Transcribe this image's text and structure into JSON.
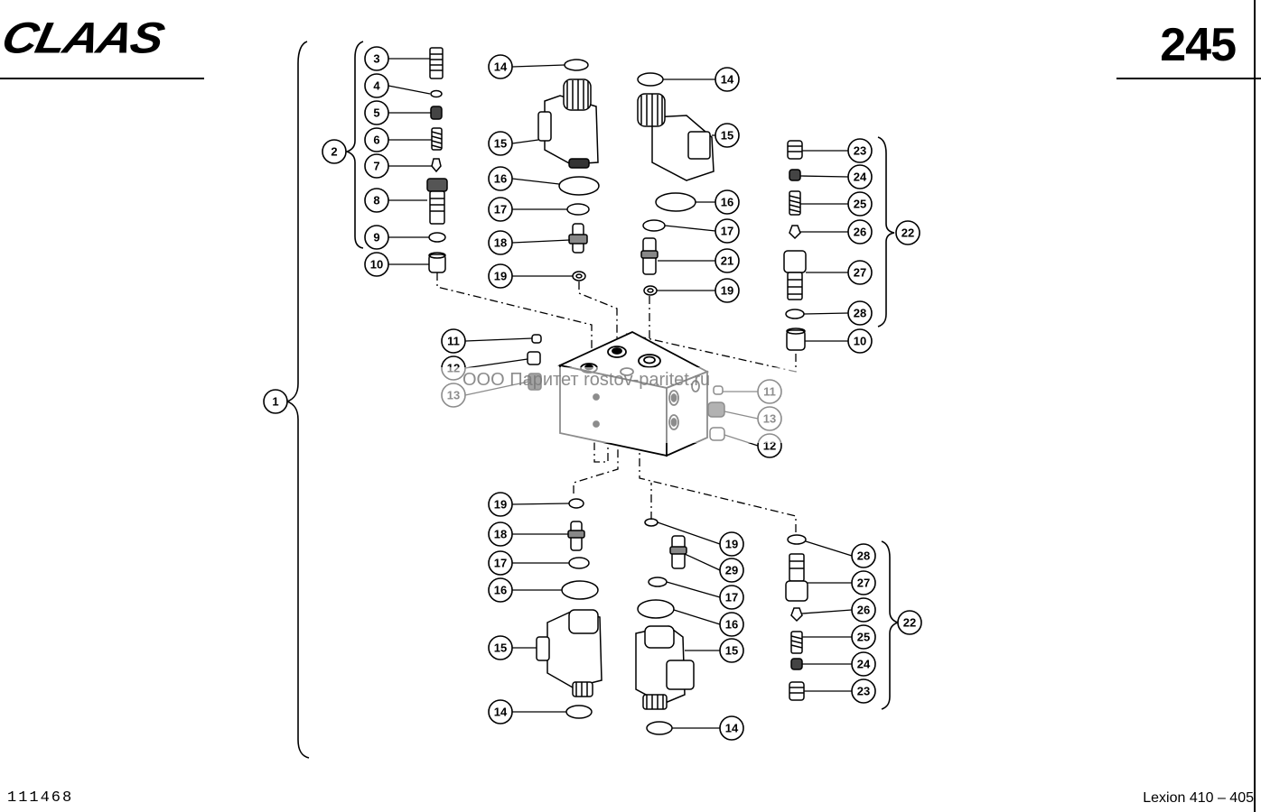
{
  "header": {
    "brand": "CLAAS",
    "page_number": "245"
  },
  "footer": {
    "drawing_number": "111468",
    "model": "Lexion 410 – 405"
  },
  "watermark": "ООО Паритет   rostov-paritet.ru",
  "callouts": [
    "1",
    "2",
    "3",
    "4",
    "5",
    "6",
    "7",
    "8",
    "9",
    "10",
    "11",
    "12",
    "13",
    "14",
    "15",
    "16",
    "17",
    "18",
    "19",
    "21",
    "22",
    "23",
    "24",
    "25",
    "26",
    "27",
    "28",
    "29"
  ]
}
